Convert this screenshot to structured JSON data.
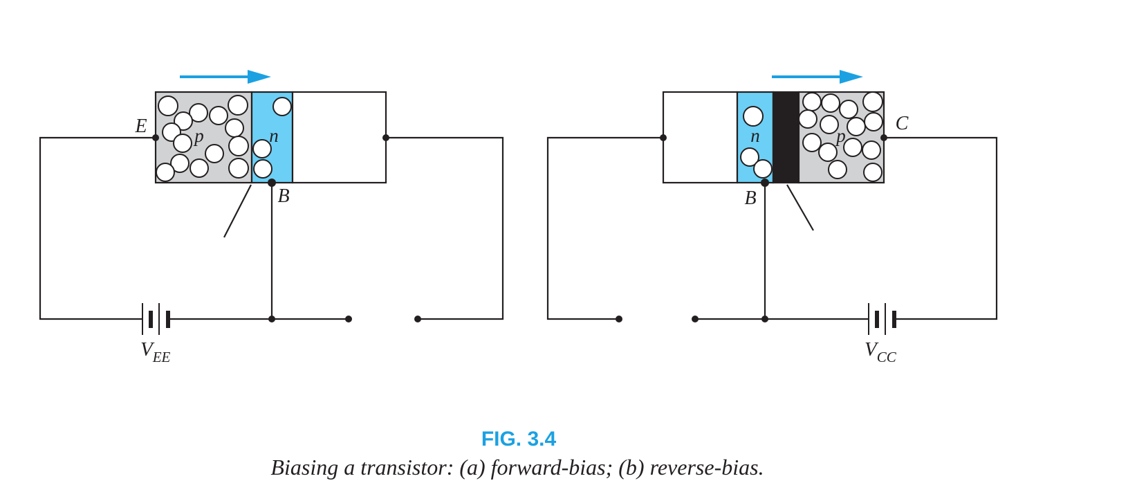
{
  "colors": {
    "p_region": "#d1d2d4",
    "n_region": "#6ccff6",
    "depletion": "#231f20",
    "arrow": "#1ba1e2",
    "line": "#231f20",
    "fig_number": "#1ba1e2"
  },
  "panel_a": {
    "p_label": "p",
    "n_label": "n",
    "emitter_label": "E",
    "base_label": "B",
    "battery_label_main": "V",
    "battery_label_sub": "EE"
  },
  "panel_b": {
    "p_label": "p",
    "n_label": "n",
    "collector_label": "C",
    "base_label": "B",
    "battery_label_main": "V",
    "battery_label_sub": "CC"
  },
  "figure": {
    "number": "FIG. 3.4",
    "caption": "Biasing a transistor: (a) forward-bias; (b) reverse-bias."
  }
}
